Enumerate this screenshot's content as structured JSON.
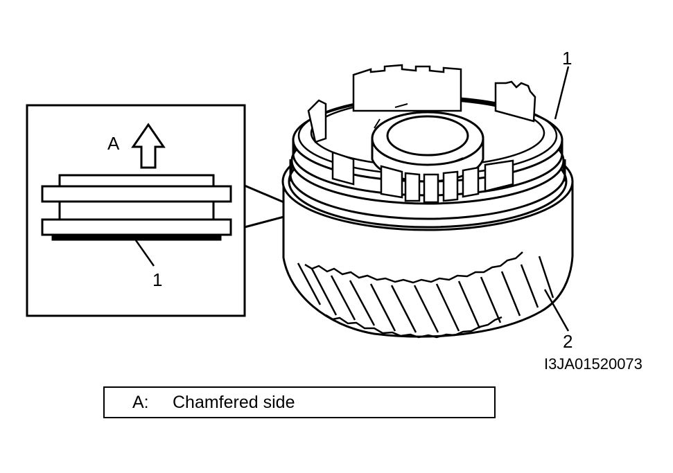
{
  "figure_code": "I3JA01520073",
  "inset": {
    "arrow_label": "A",
    "part_label": "1"
  },
  "main": {
    "label_top": "1",
    "label_bottom": "2"
  },
  "legend": {
    "key": "A:",
    "text": "Chamfered side"
  }
}
